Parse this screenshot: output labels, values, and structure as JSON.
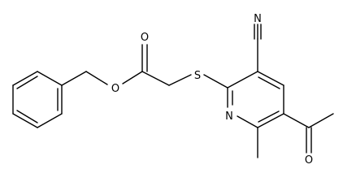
{
  "diagram": {
    "type": "chemical-structure",
    "atom_labels": {
      "carbonyl_oxygen_top": "O",
      "ester_oxygen": "O",
      "thioether_sulfur": "S",
      "nitrile_nitrogen": "N",
      "pyridine_nitrogen": "N",
      "acetyl_oxygen": "O"
    }
  }
}
